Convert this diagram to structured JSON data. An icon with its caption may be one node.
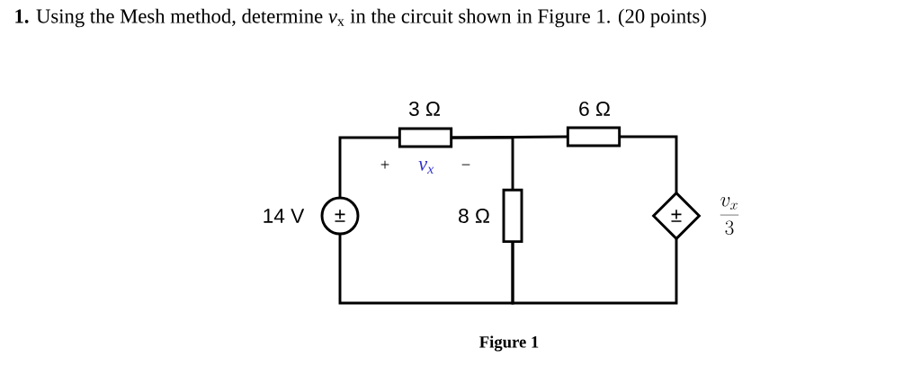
{
  "diagram": {
    "title": "**1.** Using the Mesh method, determine *v*$_{x}$ in the circuit shown in Figure 1. (20 points)",
    "caption": "Figure 1",
    "nodes": [
      {
        "text": [
          "±"
        ],
        "beside": [
          "14 V"
        ]
      },
      {
        "text": [],
        "shape": "box",
        "beside": [
          "3 Ω",
          "+",
          "v$_{x}$",
          "−"
        ]
      },
      {
        "text": [],
        "shape": "box",
        "beside": [
          "8 Ω"
        ]
      },
      {
        "text": [],
        "shape": "box",
        "beside": [
          "6 Ω"
        ]
      },
      {
        "text": [
          "±"
        ],
        "beside": [
          "\\frac{v_x}{3}"
        ]
      }
    ],
    "edges": [
      {
        "from": 0,
        "to": 1,
        "arrow": "none"
      },
      {
        "from": 1,
        "to": 3,
        "arrow": "none"
      },
      {
        "from": 1,
        "to": 2,
        "arrow": "none"
      },
      {
        "from": 3,
        "to": 4,
        "arrow": "none"
      },
      {
        "from": 0,
        "to": 2,
        "arrow": "none"
      },
      {
        "from": 2,
        "to": 4,
        "arrow": "none"
      }
    ]
  }
}
